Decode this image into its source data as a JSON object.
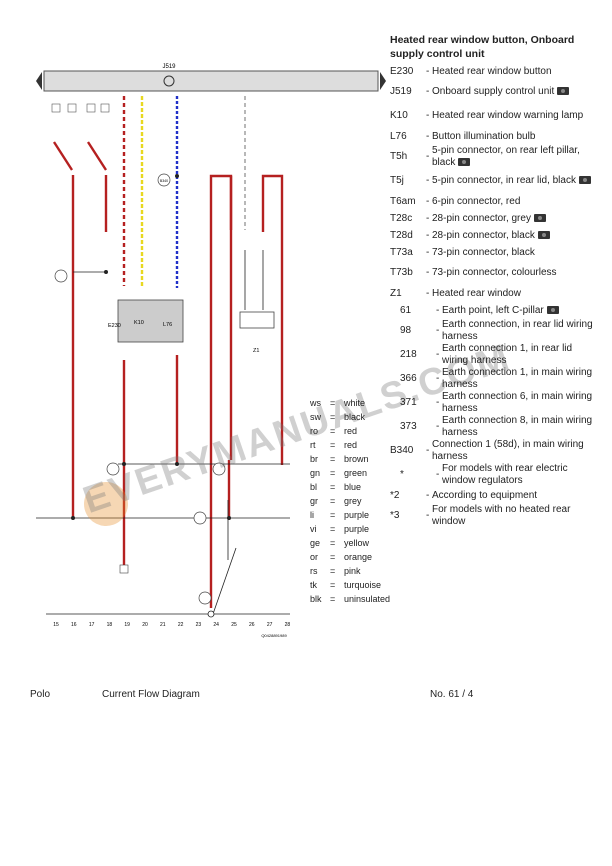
{
  "diagram": {
    "j519_label": "J519",
    "e230_label": "E230",
    "k10_label": "K10",
    "l76_label": "L76",
    "z1_label": "Z1",
    "b340_label": "B340",
    "column_numbers": [
      "15",
      "16",
      "17",
      "18",
      "19",
      "20",
      "21",
      "22",
      "23",
      "24",
      "25",
      "26",
      "27",
      "28"
    ],
    "ref_code": "Q0428891989"
  },
  "legend": {
    "title": "Heated rear window button, Onboard supply control unit",
    "items": [
      {
        "code": "E230",
        "desc": "Heated rear window button",
        "icon": false
      },
      {
        "code": "J519",
        "desc": "Onboard supply control unit",
        "icon": true
      },
      {
        "code": "K10",
        "desc": "Heated rear window warning lamp",
        "icon": false
      },
      {
        "code": "L76",
        "desc": "Button illumination bulb",
        "icon": false
      },
      {
        "code": "T5h",
        "desc": "5-pin connector, on rear left pillar, black",
        "icon": true
      },
      {
        "code": "T5j",
        "desc": "5-pin connector, in rear lid, black",
        "icon": true
      },
      {
        "code": "T6am",
        "desc": "6-pin connector, red",
        "icon": false
      },
      {
        "code": "T28c",
        "desc": "28-pin connector, grey",
        "icon": true
      },
      {
        "code": "T28d",
        "desc": "28-pin connector, black",
        "icon": true
      },
      {
        "code": "T73a",
        "desc": "73-pin connector, black",
        "icon": false
      },
      {
        "code": "T73b",
        "desc": "73-pin connector, colourless",
        "icon": false
      },
      {
        "code": "Z1",
        "desc": "Heated rear window",
        "icon": false
      },
      {
        "code": "61",
        "desc": "Earth point, left C-pillar",
        "icon": true,
        "indent": true
      },
      {
        "code": "98",
        "desc": "Earth connection, in rear lid wiring harness",
        "icon": false,
        "indent": true
      },
      {
        "code": "218",
        "desc": "Earth connection 1, in rear lid wiring harness",
        "icon": false,
        "indent": true
      },
      {
        "code": "366",
        "desc": "Earth connection 1, in main wiring harness",
        "icon": false,
        "indent": true
      },
      {
        "code": "371",
        "desc": "Earth connection 6, in main wiring harness",
        "icon": false,
        "indent": true
      },
      {
        "code": "373",
        "desc": "Earth connection 8, in main wiring harness",
        "icon": false,
        "indent": true
      },
      {
        "code": "B340",
        "desc": "Connection 1 (58d), in main wiring harness",
        "icon": false
      },
      {
        "code": "*",
        "desc": "For models with rear electric window regulators",
        "icon": false,
        "indent": true
      },
      {
        "code": "*2",
        "desc": "According to equipment",
        "icon": false
      },
      {
        "code": "*3",
        "desc": "For models with no heated rear window",
        "icon": false
      }
    ]
  },
  "wire_colors": [
    {
      "code": "ws",
      "name": "white"
    },
    {
      "code": "sw",
      "name": "black"
    },
    {
      "code": "ro",
      "name": "red"
    },
    {
      "code": "rt",
      "name": "red"
    },
    {
      "code": "br",
      "name": "brown"
    },
    {
      "code": "gn",
      "name": "green"
    },
    {
      "code": "bl",
      "name": "blue"
    },
    {
      "code": "gr",
      "name": "grey"
    },
    {
      "code": "li",
      "name": "purple"
    },
    {
      "code": "vi",
      "name": "purple"
    },
    {
      "code": "ge",
      "name": "yellow"
    },
    {
      "code": "or",
      "name": "orange"
    },
    {
      "code": "rs",
      "name": "pink"
    },
    {
      "code": "tk",
      "name": "turquoise"
    },
    {
      "code": "blk",
      "name": "uninsulated"
    }
  ],
  "footer": {
    "model": "Polo",
    "doc_type": "Current Flow Diagram",
    "number": "No.  61 / 4"
  },
  "watermark": "EVERYMANUALS.COM"
}
